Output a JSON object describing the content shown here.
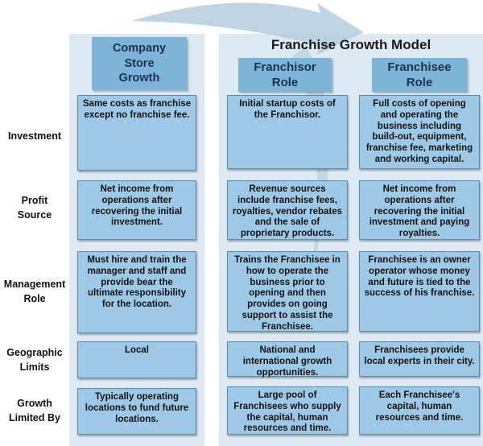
{
  "title": "Franchise Growth Model",
  "columns": {
    "company": "Company\nStore\nGrowth",
    "franchisor": "Franchisor\nRole",
    "franchisee": "Franchisee\nRole"
  },
  "rows": [
    {
      "label": "Investment",
      "company": "Same costs as franchise except no franchise fee.",
      "franchisor": "Initial startup costs of the Franchisor.",
      "franchisee": "Full costs of opening and operating the business including build-out, equipment, franchise fee, marketing and working capital."
    },
    {
      "label": "Profit\nSource",
      "company": "Net income from operations after recovering the initial investment.",
      "franchisor": "Revenue sources include franchise fees, royalties, vendor rebates and the sale of proprietary products.",
      "franchisee": "Net income from operations after recovering the initial investment and paying royalties."
    },
    {
      "label": "Management\nRole",
      "company": "Must hire and train the manager and staff and provide bear the ultimate responsibility for the location.",
      "franchisor": "Trains the Franchisee in how to operate the business prior to opening and then provides on going support to assist the Franchisee.",
      "franchisee": "Franchisee is an owner operator whose money and future is tied to the success of his franchise."
    },
    {
      "label": "Geographic\nLimits",
      "company": "Local",
      "franchisor": "National and international growth opportunities.",
      "franchisee": "Franchisees provide local experts in their city."
    },
    {
      "label": "Growth\nLimited By",
      "company": "Typically operating locations to fund future locations.",
      "franchisor": "Large pool of Franchisees who supply the capital, human resources and time.",
      "franchisee": "Each Franchisee's capital, human resources and time."
    }
  ],
  "colors": {
    "panel": "#dde9f3",
    "header": "#7fb4d9",
    "cell": "#9ec9e6",
    "arrow": "#b5cede"
  }
}
